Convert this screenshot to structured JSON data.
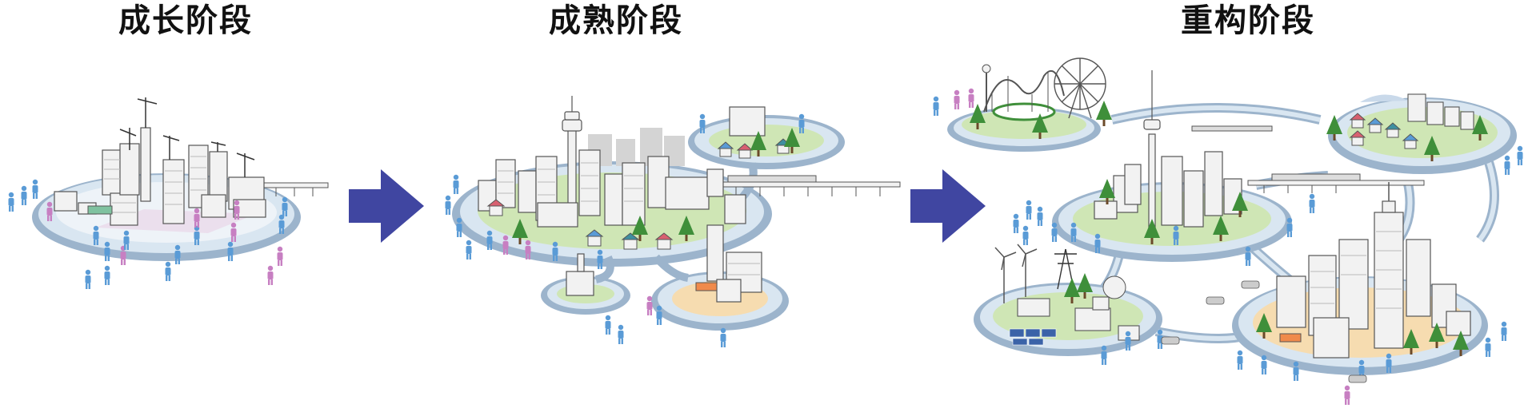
{
  "stages": [
    {
      "title": "成长阶段"
    },
    {
      "title": "成熟阶段"
    },
    {
      "title": "重构阶段"
    }
  ],
  "colors": {
    "arrow": "#4046a1",
    "ring_outer": "#9cb4cc",
    "ring_inner": "#d9e6f1",
    "building_fill": "#f2f2f2",
    "building_stroke": "#555555",
    "grass": "#cfe6b5",
    "tree": "#3f8f3a",
    "person_blue": "#5a9bd6",
    "person_pink": "#c77fc2",
    "sand": "#f6dcb0",
    "solar": "#3b63a8"
  }
}
